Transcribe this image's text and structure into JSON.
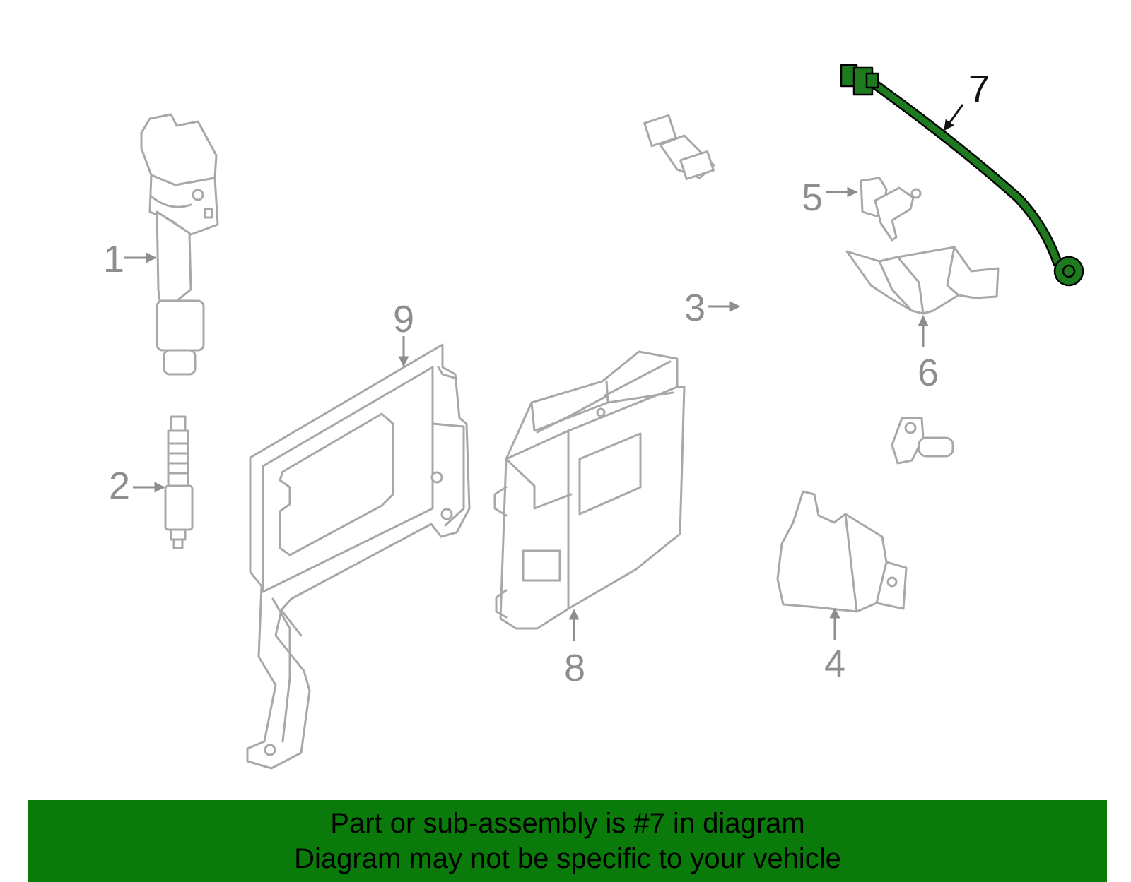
{
  "callouts": [
    {
      "id": "1",
      "highlighted": false
    },
    {
      "id": "2",
      "highlighted": false
    },
    {
      "id": "3",
      "highlighted": false
    },
    {
      "id": "4",
      "highlighted": false
    },
    {
      "id": "5",
      "highlighted": false
    },
    {
      "id": "6",
      "highlighted": false
    },
    {
      "id": "7",
      "highlighted": true
    },
    {
      "id": "8",
      "highlighted": false
    },
    {
      "id": "9",
      "highlighted": false
    }
  ],
  "banner": {
    "line1": "Part or sub-assembly is #7 in diagram",
    "line2": "Diagram may not be specific to your vehicle"
  },
  "colors": {
    "highlight": "#1e7a1e",
    "banner": "#0a7a0a",
    "part_outline": "#a8a8a8"
  }
}
